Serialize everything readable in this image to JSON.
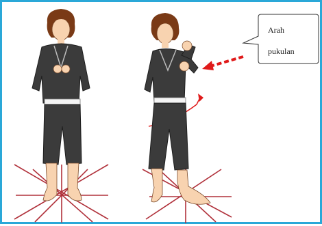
{
  "callout": {
    "line1": "Arah",
    "line2": "pukulan"
  },
  "figures": [
    {
      "name": "figure-standing-front",
      "description": ""
    },
    {
      "name": "figure-guard-stance",
      "description": ""
    }
  ],
  "colors": {
    "border": "#2aa8d8",
    "uniform": "#3b3b3b",
    "belt": "#f4f4f4",
    "skin": "#f8d3b0",
    "hair": "#7a3a16",
    "arrow": "#e01a1a",
    "footlines": "#b0303a"
  }
}
